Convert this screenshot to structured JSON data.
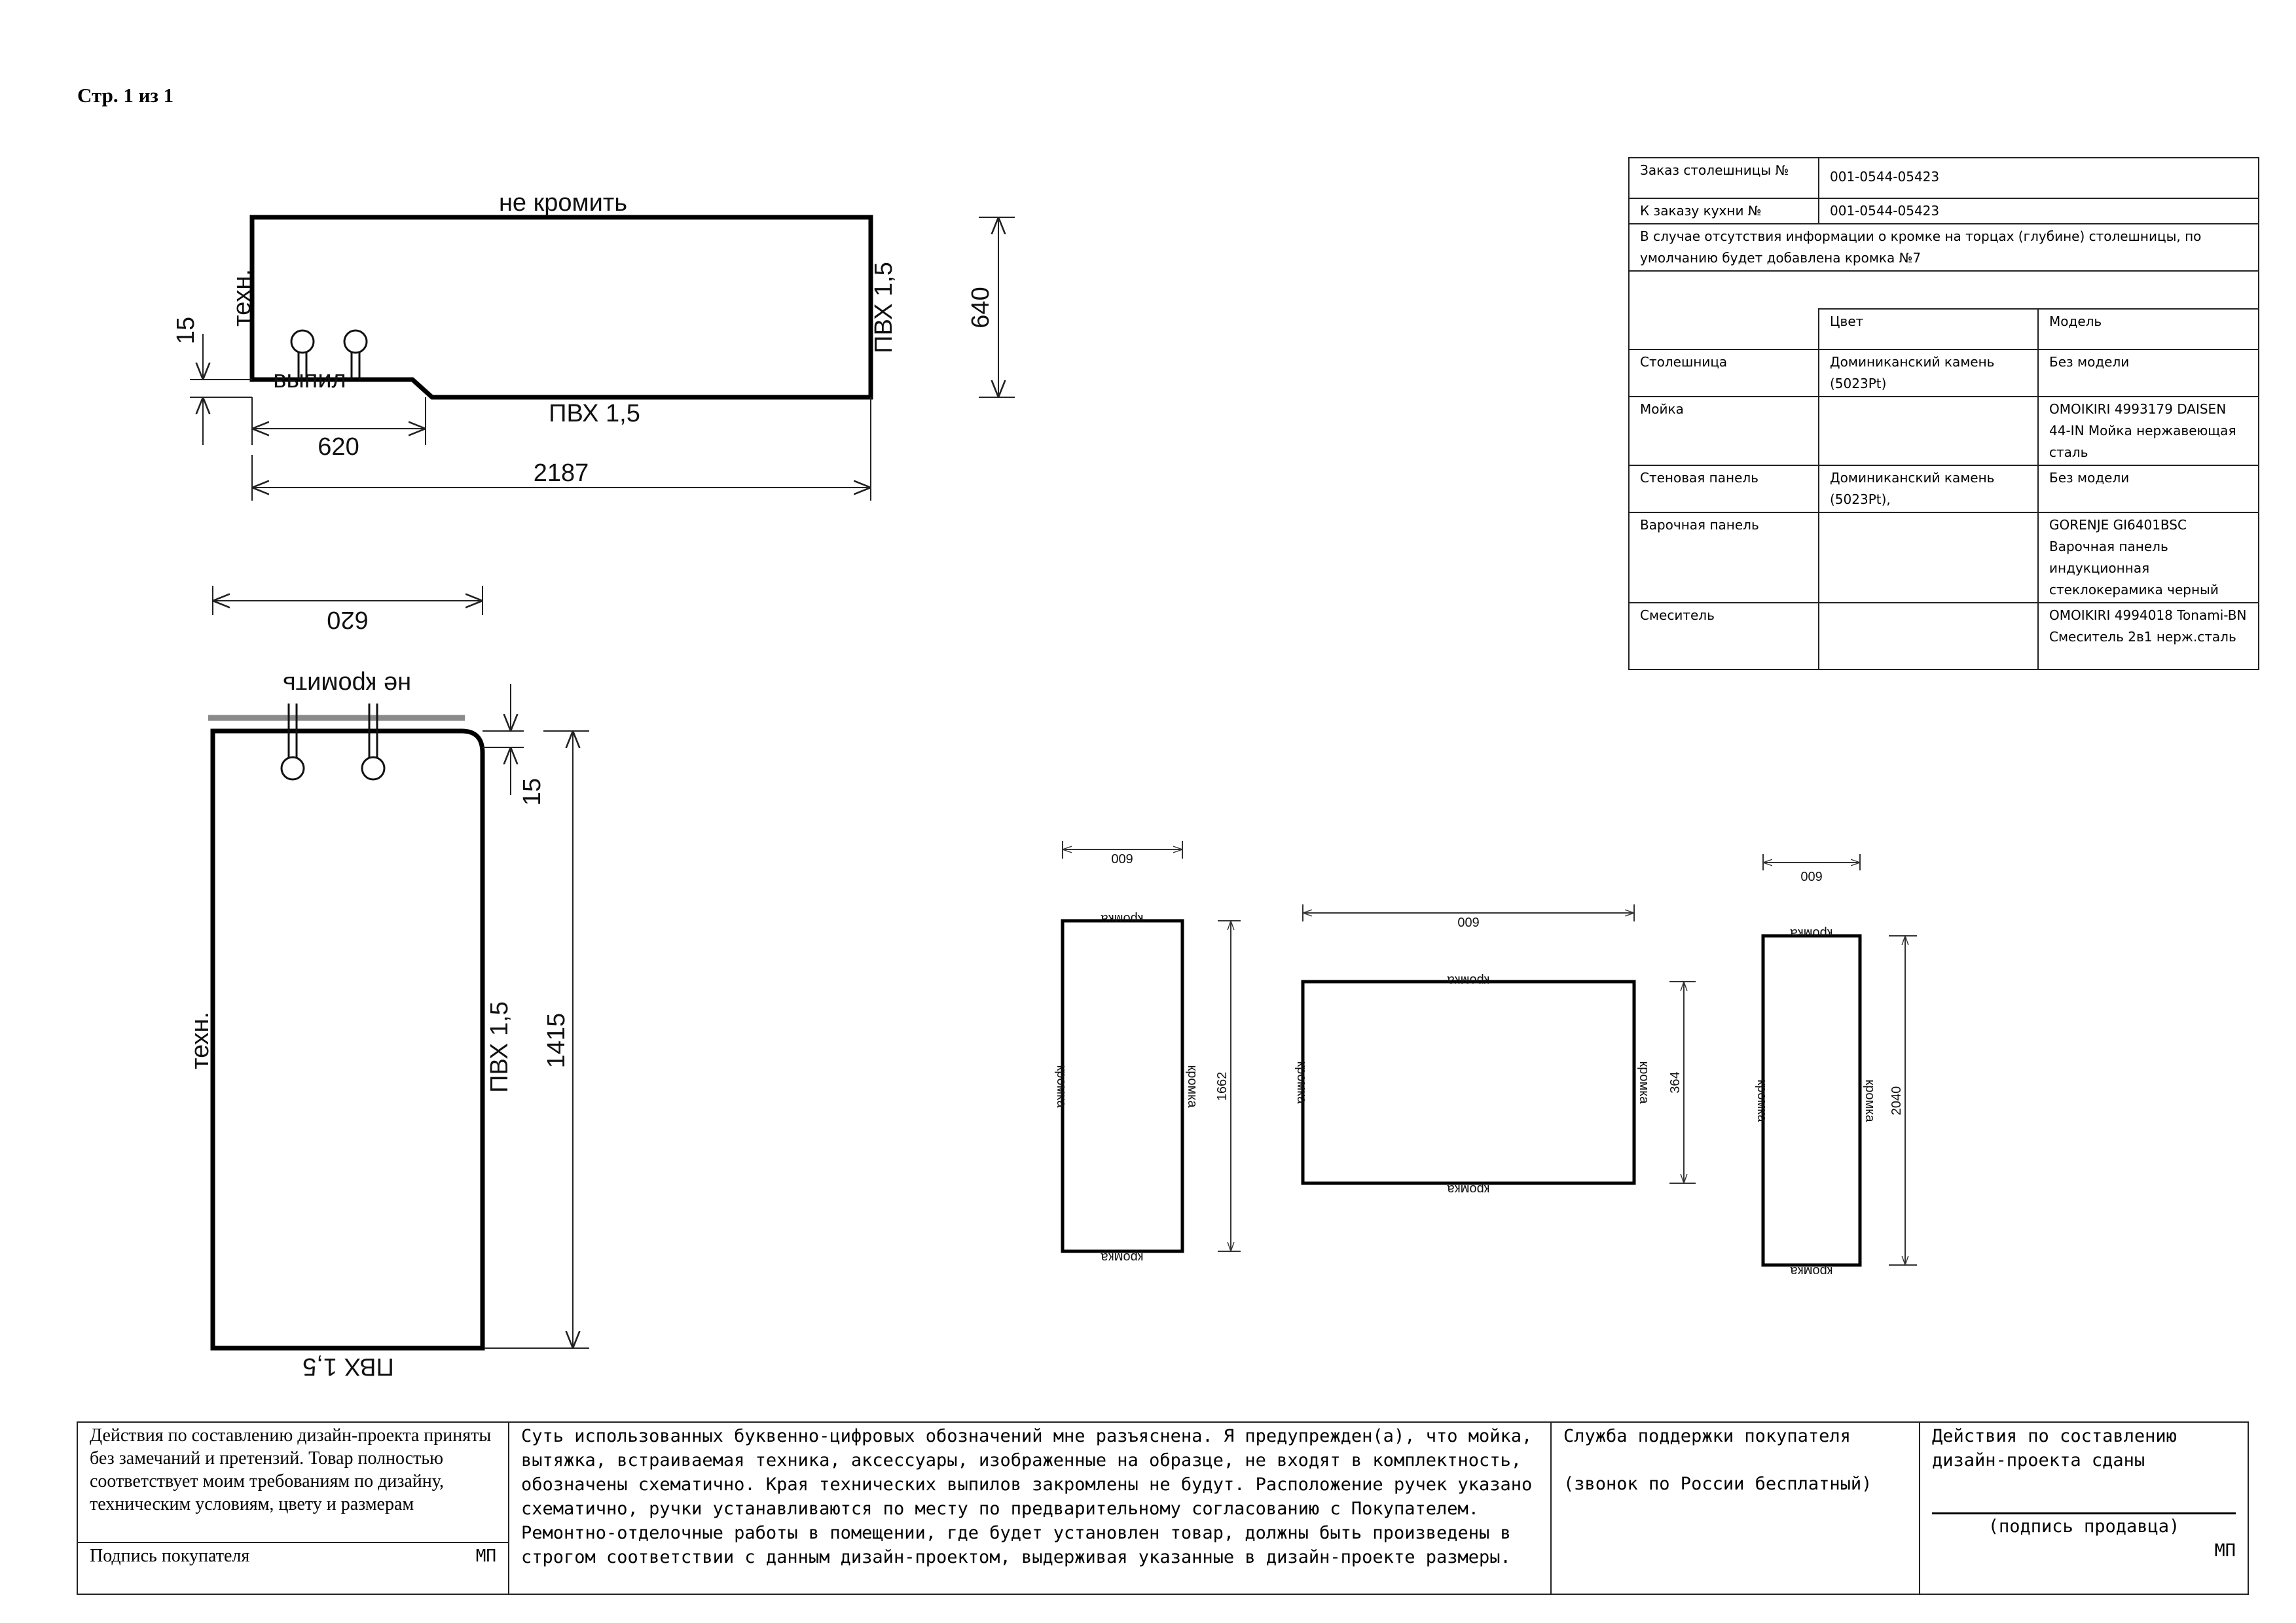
{
  "page": {
    "counter": "Стр. 1 из 1"
  },
  "drawing1": {
    "top_edge": "не кромить",
    "left_edge": "техн.",
    "right_edge": "ПВХ 1,5",
    "bottom_edge": "ПВХ 1,5",
    "cutout": "выпил",
    "dim_left": "15",
    "dim_cut": "620",
    "dim_length": "2187",
    "dim_depth": "640"
  },
  "drawing2": {
    "top_edge": "не кромить",
    "left_edge": "техн.",
    "right_edge": "ПВХ 1,5",
    "bottom_edge": "ПВХ 1,5",
    "dim_width": "620",
    "dim_corner": "15",
    "dim_length": "1415"
  },
  "panels": [
    {
      "width": "600",
      "height": "1662",
      "edge": "кромка"
    },
    {
      "width": "600",
      "height": "364",
      "edge": "кромка"
    },
    {
      "width": "600",
      "height": "2040",
      "edge": "кромка"
    }
  ],
  "spec": {
    "order_label": "Заказ столешницы №",
    "order_value": "001-0544-05423",
    "kitchen_label": "К заказу кухни №",
    "kitchen_value": "001-0544-05423",
    "note": "В случае отсутствия информации о кромке на торцах (глубине) столешницы, по умолчанию будет добавлена кромка №7",
    "col_color": "Цвет",
    "col_model": "Модель",
    "rows": [
      {
        "name": "Столешница",
        "color": "Доминиканский камень (5023Pt)",
        "model": "Без модели"
      },
      {
        "name": "Мойка",
        "color": "",
        "model": "OMOIKIRI 4993179 DAISEN 44-IN Мойка нержавеющая сталь"
      },
      {
        "name": "Стеновая панель",
        "color": "Доминиканский камень (5023Pt),",
        "model": "Без модели"
      },
      {
        "name": "Варочная панель",
        "color": "",
        "model": "GORENJE GI6401BSC Варочная панель индукционная стеклокерамика черный"
      },
      {
        "name": "Смеситель",
        "color": "",
        "model": "OMOIKIRI 4994018 Tonami-BN Смеситель 2в1 нерж.сталь"
      }
    ]
  },
  "footer": {
    "acceptance": "Действия по составлению дизайн-проекта приняты без замечаний и претензий. Товар полностью соответствует моим требованиям по дизайну, техническим условиям, цвету и размерам",
    "buyer_signature": "Подпись покупателя",
    "stamp": "МП",
    "disclaimer": "Суть использованных буквенно-цифровых обозначений мне разъяснена. Я предупрежден(а), что мойка, вытяжка, встраиваемая техника, аксессуары, изображенные на образце, не входят в комплектность, обозначены схематично. Края технических выпилов закромлены не будут. Расположение ручек указано схематично, ручки устанавливаются по месту по предварительному согласованию с Покупателем. Ремонтно-отделочные работы в помещении, где будет установлен товар, должны быть произведены в строгом соответствии с данным дизайн-проектом, выдерживая указанные в дизайн-проекте размеры.",
    "support_title": "Служба поддержки покупателя",
    "support_note": "(звонок по России бесплатный)",
    "handover": "Действия по составлению дизайн-проекта сданы",
    "seller_signature": "(подпись продавца)",
    "stamp2": "МП"
  }
}
